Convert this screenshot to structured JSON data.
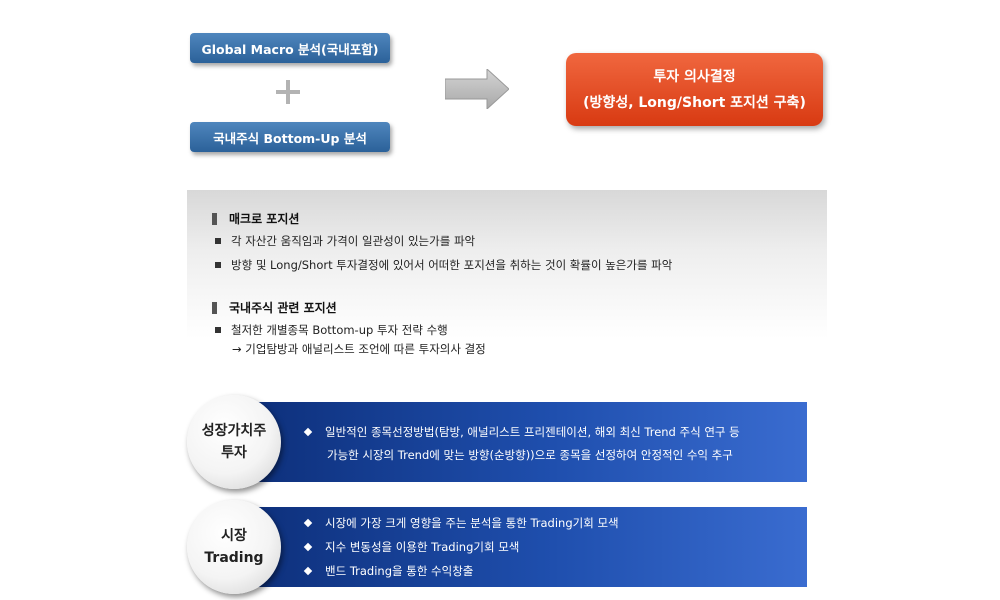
{
  "top": {
    "global_macro": "Global Macro 분석(국내포함)",
    "domestic_bottom_up": "국내주식 Bottom-Up 분석",
    "decision_line1": "투자 의사결정",
    "decision_line2": "(방향성, Long/Short 포지션 구축)"
  },
  "macro_section": {
    "heading": "매크로 포지션",
    "bullets": [
      "각 자산간 움직임과 가격이 일관성이 있는가를 파악",
      "방향 및 Long/Short 투자결정에 있어서 어떠한 포지션을 취하는 것이 확률이 높은가를 파악"
    ]
  },
  "domestic_section": {
    "heading": "국내주식 관련 포지션",
    "bullet": "철저한 개별종목 Bottom-up 투자 전략 수행",
    "sub": "→ 기업탐방과 애널리스트 조언에 따른 투자의사 결정"
  },
  "growth": {
    "circle_line1": "성장가치주",
    "circle_line2": "투자",
    "item_line1": "일반적인 종목선정방법(탐방, 애널리스트 프리젠테이션, 해외 최신 Trend 주식 연구 등",
    "item_line2": "가능한 시장의 Trend에 맞는 방향(순방향))으로 종목을 선정하여 안정적인 수익 추구"
  },
  "market": {
    "circle_line1": "시장",
    "circle_line2": "Trading",
    "items": [
      "시장에 가장 크게 영향을 주는 분석을 통한 Trading기회 모색",
      "지수 변동성을 이용한 Trading기회 모색",
      "밴드 Trading을 통한 수익창출"
    ]
  }
}
